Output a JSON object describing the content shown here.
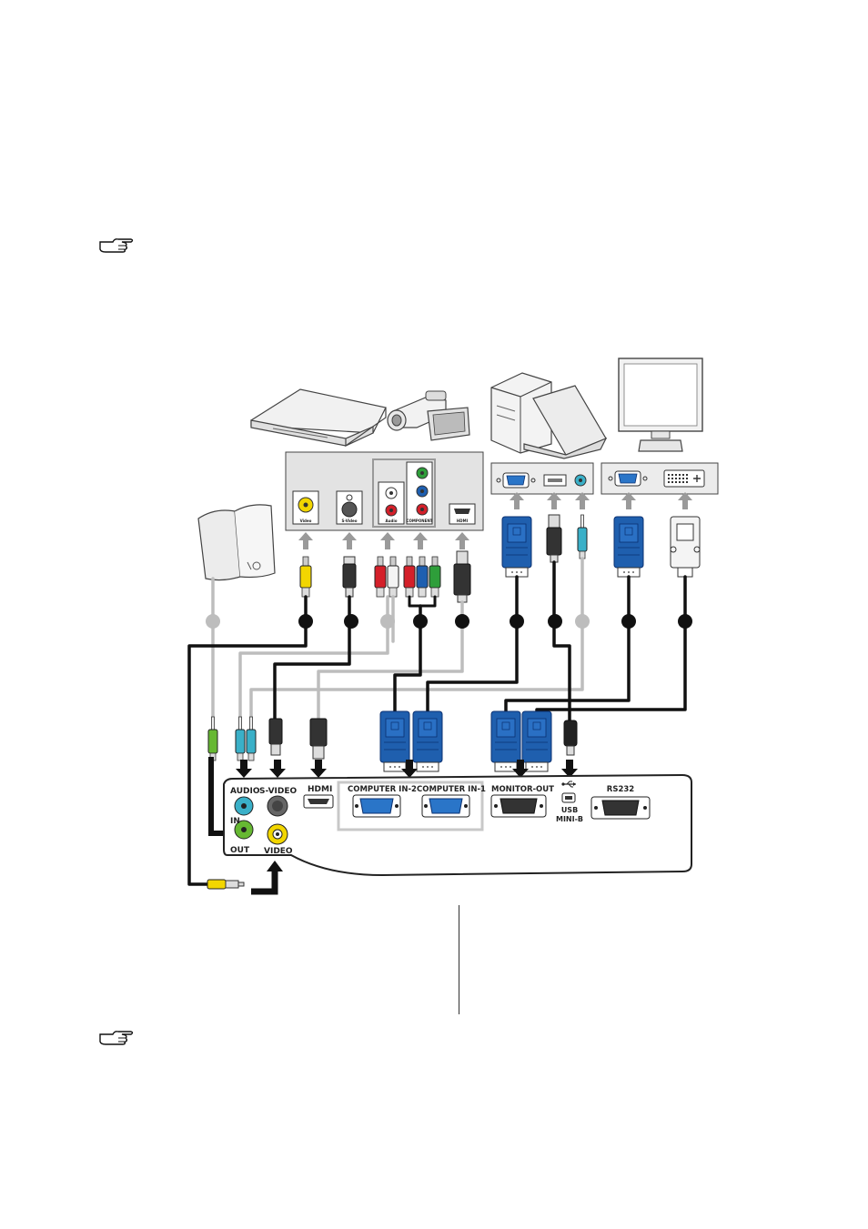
{
  "ports": {
    "audio": "AUDIO",
    "in": "IN",
    "out": "OUT",
    "s_video": "S-VIDEO",
    "video": "VIDEO",
    "hdmi": "HDMI",
    "computer_in_2": "COMPUTER IN-2",
    "computer_in_1": "COMPUTER IN-1",
    "monitor_out": "MONITOR-OUT",
    "usb": "USB",
    "mini_b": "MINI-B",
    "rs232": "RS232"
  },
  "av_panel": {
    "video": "Video",
    "s_video": "S-Video",
    "audio": "Audio",
    "component": "COMPONENT",
    "hdmi": "HDMI"
  },
  "colors": {
    "vga_blue": "#1f5fae",
    "rca_yellow": "#f2d600",
    "rca_red": "#d4202a",
    "rca_green": "#2e9e3a",
    "rca_blue": "#1e5fb0",
    "audio_cyan": "#3ab0c8",
    "audio_green": "#66b832",
    "cable_black": "#111111",
    "cable_grey": "#bdbdbd"
  },
  "icons": [
    "pointing-hand-icon",
    "speakers-icon",
    "dvd-player-icon",
    "camcorder-icon",
    "desktop-pc-icon",
    "laptop-icon",
    "monitor-icon",
    "usb-icon"
  ]
}
